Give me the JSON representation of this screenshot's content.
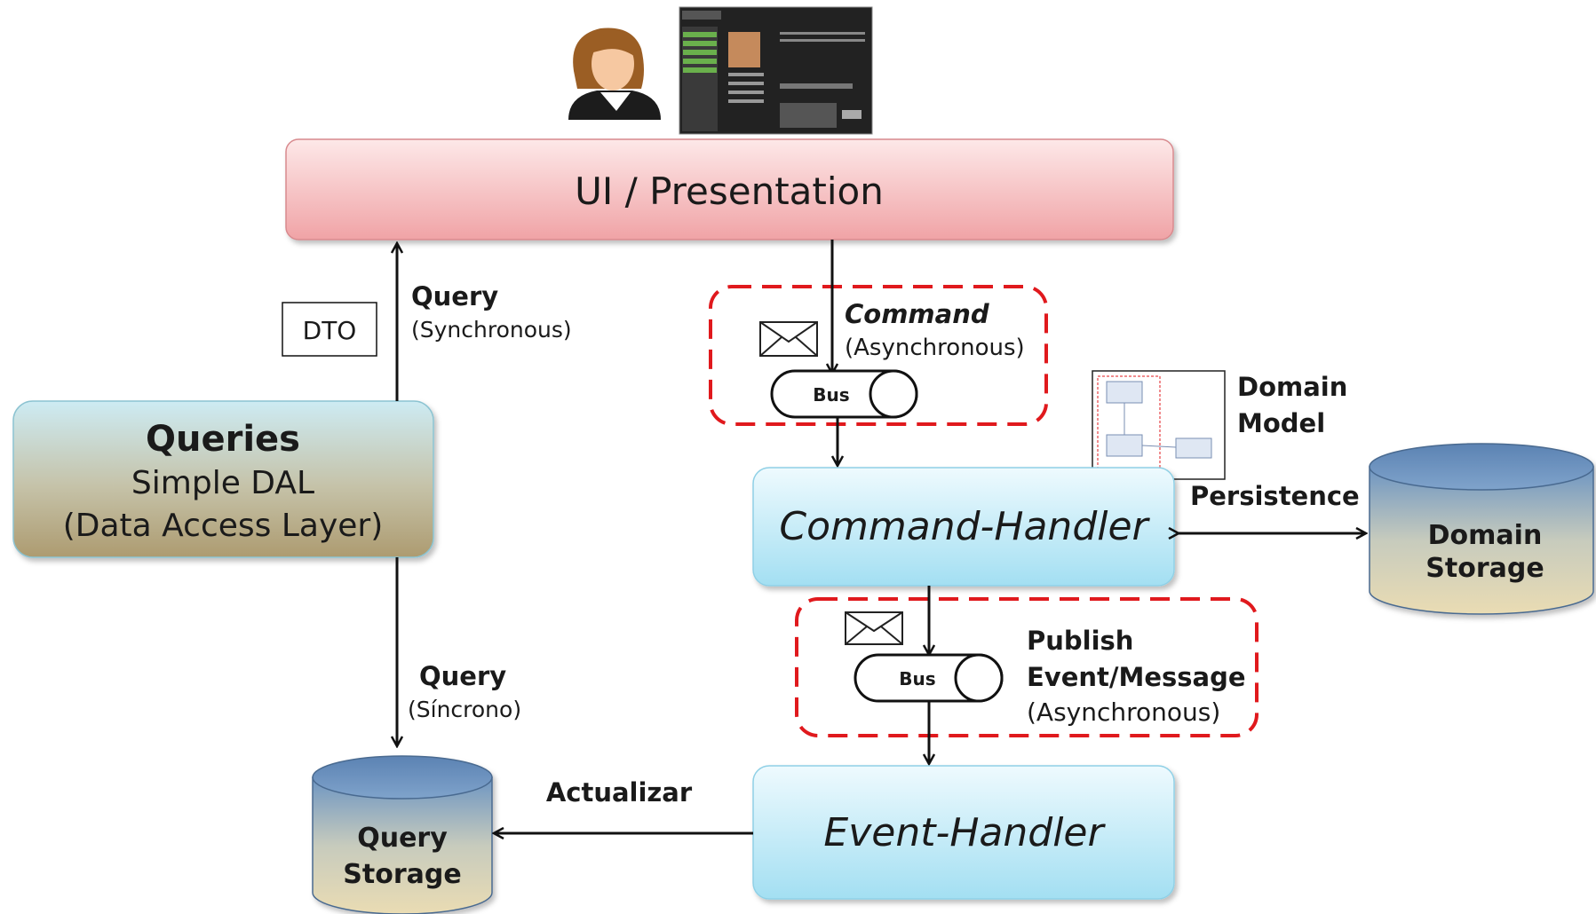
{
  "ui_layer": {
    "label": "UI / Presentation"
  },
  "user_avatar": {
    "icon": "user-avatar-icon"
  },
  "ui_screenshot": {
    "icon": "application-screenshot-icon"
  },
  "queries": {
    "title": "Queries",
    "line1": "Simple DAL",
    "line2": "(Data Access Layer)"
  },
  "command_handler": {
    "label": "Command-Handler"
  },
  "event_handler": {
    "label": "Event-Handler"
  },
  "query_storage": {
    "line1": "Query",
    "line2": "Storage"
  },
  "domain_storage": {
    "line1": "Domain",
    "line2": "Storage"
  },
  "domain_model": {
    "line1": "Domain",
    "line2": "Model"
  },
  "dto": {
    "label": "DTO"
  },
  "labels": {
    "query_sync_title": "Query",
    "query_sync_sub": "(Synchronous)",
    "query_sincrono_title": "Query",
    "query_sincrono_sub": "(Síncrono)",
    "command_title": "Command",
    "command_sub": "(Asynchronous)",
    "persistence": "Persistence",
    "publish_line1": "Publish",
    "publish_line2": "Event/Message",
    "publish_line3": "(Asynchronous)",
    "actualizar": "Actualizar"
  },
  "bus_command": {
    "label": "Bus"
  },
  "bus_event": {
    "label": "Bus"
  },
  "colors": {
    "ui_fill_top": "#fbdfe0",
    "ui_fill_bottom": "#f0a6a8",
    "handler_fill_top": "#e9f8fd",
    "handler_fill_bottom": "#a9e2f4",
    "queries_fill_top": "#c9e7ef",
    "queries_fill_bottom": "#b5a57c",
    "cyl_top": "#5f88b8",
    "cyl_bottom": "#e9dcb8",
    "dashed_red": "#e0191d"
  }
}
